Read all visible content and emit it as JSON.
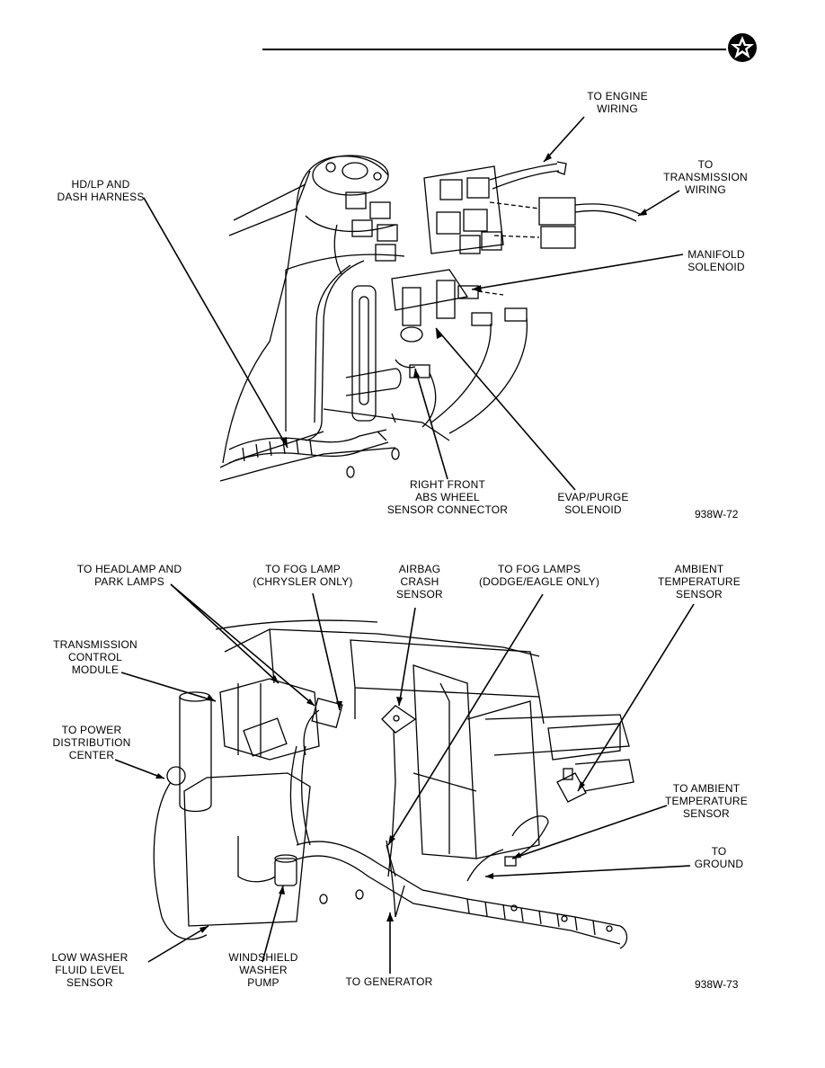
{
  "figure1": {
    "labels": {
      "engine_wiring": [
        "TO ENGINE",
        "WIRING"
      ],
      "transmission_wiring": [
        "TO",
        "TRANSMISSION",
        "WIRING"
      ],
      "hdlp_harness": [
        "HD/LP AND",
        "DASH HARNESS"
      ],
      "manifold_solenoid": [
        "MANIFOLD",
        "SOLENOID"
      ],
      "abs_sensor": [
        "RIGHT FRONT",
        "ABS WHEEL",
        "SENSOR CONNECTOR"
      ],
      "evap_solenoid": [
        "EVAP/PURGE",
        "SOLENOID"
      ]
    },
    "figure_id": "938W-72"
  },
  "figure2": {
    "labels": {
      "headlamp": [
        "TO HEADLAMP AND",
        "PARK LAMPS"
      ],
      "fog_chrysler": [
        "TO FOG LAMP",
        "(CHRYSLER ONLY)"
      ],
      "airbag": [
        "AIRBAG",
        "CRASH",
        "SENSOR"
      ],
      "fog_dodge": [
        "TO FOG LAMPS",
        "(DODGE/EAGLE ONLY)"
      ],
      "ambient_top": [
        "AMBIENT",
        "TEMPERATURE",
        "SENSOR"
      ],
      "tcm": [
        "TRANSMISSION",
        "CONTROL",
        "MODULE"
      ],
      "power_dist": [
        "TO POWER",
        "DISTRIBUTION",
        "CENTER"
      ],
      "ambient_right": [
        "TO AMBIENT",
        "TEMPERATURE",
        "SENSOR"
      ],
      "ground": [
        "TO",
        "GROUND"
      ],
      "washer_level": [
        "LOW WASHER",
        "FLUID LEVEL",
        "SENSOR"
      ],
      "washer_pump": [
        "WINDSHIELD",
        "WASHER",
        "PUMP"
      ],
      "generator": [
        "TO GENERATOR"
      ]
    },
    "figure_id": "938W-73"
  }
}
